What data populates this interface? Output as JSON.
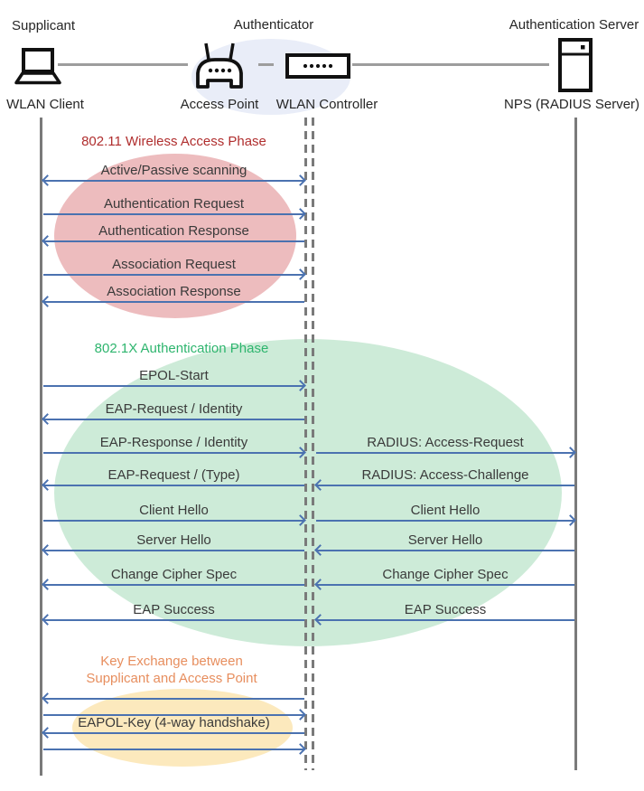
{
  "header": {
    "roles": {
      "supplicant": "Supplicant",
      "authenticator": "Authenticator",
      "auth_server": "Authentication Server"
    },
    "nodes": {
      "wlan_client": {
        "label": "WLAN Client",
        "icon": "laptop-icon"
      },
      "access_point": {
        "label": "Access Point",
        "icon": "access-point-icon"
      },
      "wlan_controller": {
        "label": "WLAN Controller",
        "icon": "wlan-controller-icon"
      },
      "nps": {
        "label": "NPS (RADIUS Server)",
        "icon": "server-icon"
      }
    }
  },
  "phases": {
    "phase1": {
      "title": "802.11 Wireless Access Phase",
      "title_color": "#b02e2e",
      "ellipse_color": "#edbcbe"
    },
    "phase2": {
      "title": "802.1X Authentication Phase",
      "title_color": "#2eb56e",
      "ellipse_color": "#cdebd8"
    },
    "phase3": {
      "title_line1": "Key Exchange between",
      "title_line2": "Supplicant and Access Point",
      "title_color": "#e78e5e",
      "ellipse_color": "#fce9bd"
    }
  },
  "messages_left": [
    {
      "label": "Active/Passive scanning",
      "direction": "both",
      "from": "WLAN Client",
      "to": "WLAN Controller"
    },
    {
      "label": "Authentication Request",
      "direction": "right",
      "from": "WLAN Client",
      "to": "WLAN Controller"
    },
    {
      "label": "Authentication Response",
      "direction": "left",
      "from": "WLAN Controller",
      "to": "WLAN Client"
    },
    {
      "label": "Association Request",
      "direction": "right",
      "from": "WLAN Client",
      "to": "WLAN Controller"
    },
    {
      "label": "Association Response",
      "direction": "left",
      "from": "WLAN Controller",
      "to": "WLAN Client"
    },
    {
      "label": "EPOL-Start",
      "direction": "right",
      "from": "WLAN Client",
      "to": "WLAN Controller"
    },
    {
      "label": "EAP-Request / Identity",
      "direction": "left",
      "from": "WLAN Controller",
      "to": "WLAN Client"
    },
    {
      "label": "EAP-Response / Identity",
      "direction": "right",
      "from": "WLAN Client",
      "to": "WLAN Controller"
    },
    {
      "label": "EAP-Request / (Type)",
      "direction": "left",
      "from": "WLAN Controller",
      "to": "WLAN Client"
    },
    {
      "label": "Client Hello",
      "direction": "right",
      "from": "WLAN Client",
      "to": "WLAN Controller"
    },
    {
      "label": "Server Hello",
      "direction": "left",
      "from": "WLAN Controller",
      "to": "WLAN Client"
    },
    {
      "label": "Change Cipher Spec",
      "direction": "left",
      "from": "WLAN Controller",
      "to": "WLAN Client"
    },
    {
      "label": "EAP Success",
      "direction": "left",
      "from": "WLAN Controller",
      "to": "WLAN Client"
    },
    {
      "label": "",
      "direction": "left",
      "from": "WLAN Controller",
      "to": "WLAN Client"
    },
    {
      "label": "",
      "direction": "right",
      "from": "WLAN Client",
      "to": "WLAN Controller"
    },
    {
      "label": "EAPOL-Key (4-way handshake)",
      "direction": "left",
      "from": "WLAN Controller",
      "to": "WLAN Client"
    },
    {
      "label": "",
      "direction": "right",
      "from": "WLAN Client",
      "to": "WLAN Controller"
    }
  ],
  "messages_right": [
    {
      "label": "RADIUS: Access-Request",
      "direction": "right",
      "from": "WLAN Controller",
      "to": "NPS (RADIUS Server)"
    },
    {
      "label": "RADIUS: Access-Challenge",
      "direction": "left",
      "from": "NPS (RADIUS Server)",
      "to": "WLAN Controller"
    },
    {
      "label": "Client Hello",
      "direction": "right",
      "from": "WLAN Controller",
      "to": "NPS (RADIUS Server)"
    },
    {
      "label": "Server Hello",
      "direction": "left",
      "from": "NPS (RADIUS Server)",
      "to": "WLAN Controller"
    },
    {
      "label": "Change Cipher Spec",
      "direction": "left",
      "from": "NPS (RADIUS Server)",
      "to": "WLAN Controller"
    },
    {
      "label": "EAP Success",
      "direction": "left",
      "from": "NPS (RADIUS Server)",
      "to": "WLAN Controller"
    }
  ],
  "colors": {
    "arrow": "#4b72b0",
    "lifeline": "#7a7a7a",
    "connector": "#9d9d9d",
    "authenticator_ellipse": "#e9edf8"
  }
}
